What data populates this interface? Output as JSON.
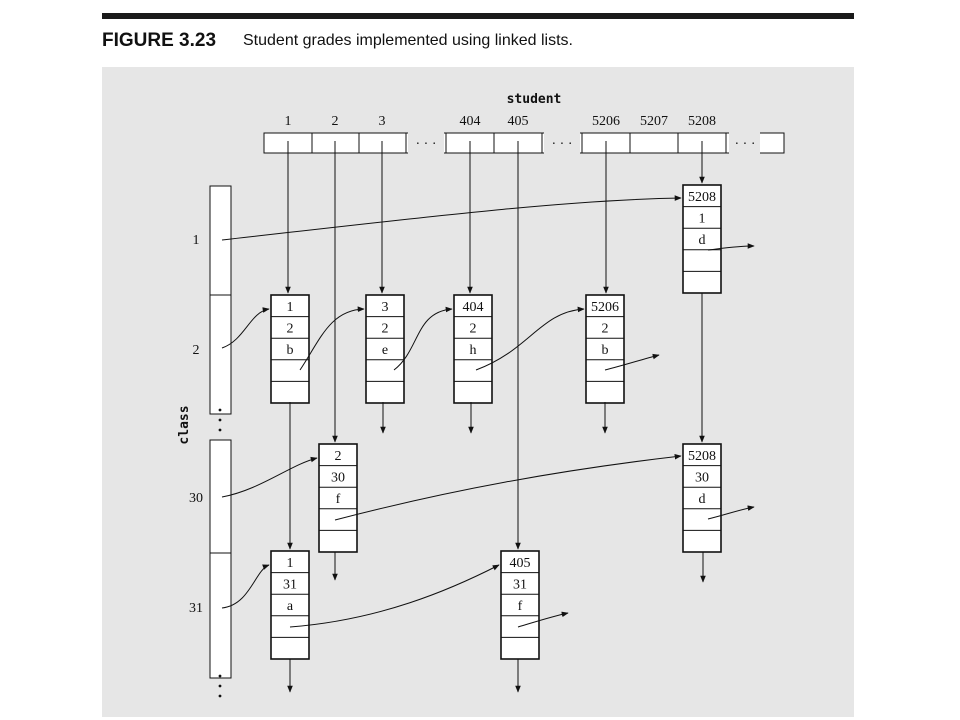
{
  "figure": {
    "label": "FIGURE 3.23",
    "caption": "Student grades implemented using linked lists."
  },
  "student_array": {
    "name": "student",
    "indices": [
      "1",
      "2",
      "3",
      "404",
      "405",
      "5206",
      "5207",
      "5208"
    ],
    "ellipsis": "· · ·"
  },
  "class_array": {
    "name": "class",
    "indices": [
      "1",
      "2",
      "30",
      "31"
    ],
    "ellipsis": "·\n·\n·"
  },
  "nodes": [
    {
      "student": "5208",
      "class": "1",
      "grade": "d"
    },
    {
      "student": "1",
      "class": "2",
      "grade": "b"
    },
    {
      "student": "3",
      "class": "2",
      "grade": "e"
    },
    {
      "student": "404",
      "class": "2",
      "grade": "h"
    },
    {
      "student": "5206",
      "class": "2",
      "grade": "b"
    },
    {
      "student": "2",
      "class": "30",
      "grade": "f"
    },
    {
      "student": "5208",
      "class": "30",
      "grade": "d"
    },
    {
      "student": "1",
      "class": "31",
      "grade": "a"
    },
    {
      "student": "405",
      "class": "31",
      "grade": "f"
    }
  ],
  "colors": {
    "panel": "#e6e6e6",
    "ink": "#111111"
  }
}
